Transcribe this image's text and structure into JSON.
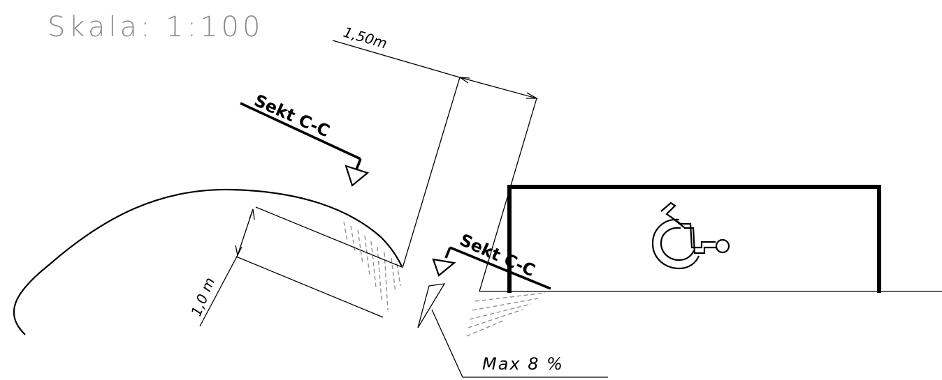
{
  "scale_label": "Skala: 1:100",
  "dimensions": {
    "width_label": "1,50m",
    "height_label": "1,0 m"
  },
  "section_markers": {
    "upper": "Sekt C-C",
    "lower": "Sekt C-C"
  },
  "slope_note": "Max 8 %",
  "symbols": {
    "parking": "wheelchair-icon"
  },
  "colors": {
    "line": "#000000",
    "scale_text": "#8c8c8c",
    "hatch": "#8a8a8a"
  }
}
